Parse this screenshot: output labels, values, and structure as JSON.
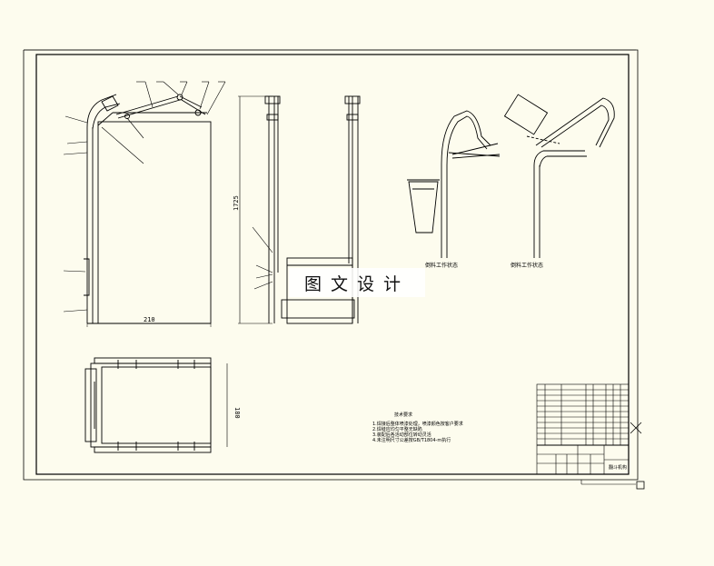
{
  "dimensions": {
    "width_bottom": "210",
    "height_side": "1725",
    "depth_plan": "180"
  },
  "captions": {
    "view_a": "倒料工作状态",
    "view_b": "倒料工作状态"
  },
  "notes": {
    "title": "技术要求",
    "lines": [
      "1.焊接后整体喷漆处理，喷漆颜色按客户要求",
      "2.焊缝应均匀平整无缺陷",
      "3.装配后各活动部位转动灵活",
      "4.未注明尺寸公差按GB/T1804-m执行"
    ]
  },
  "title_block": {
    "drawing_name": "翻斗机构"
  },
  "watermark": "图文设计",
  "colors": {
    "paper": "#fdfcee",
    "ink": "#000000"
  }
}
